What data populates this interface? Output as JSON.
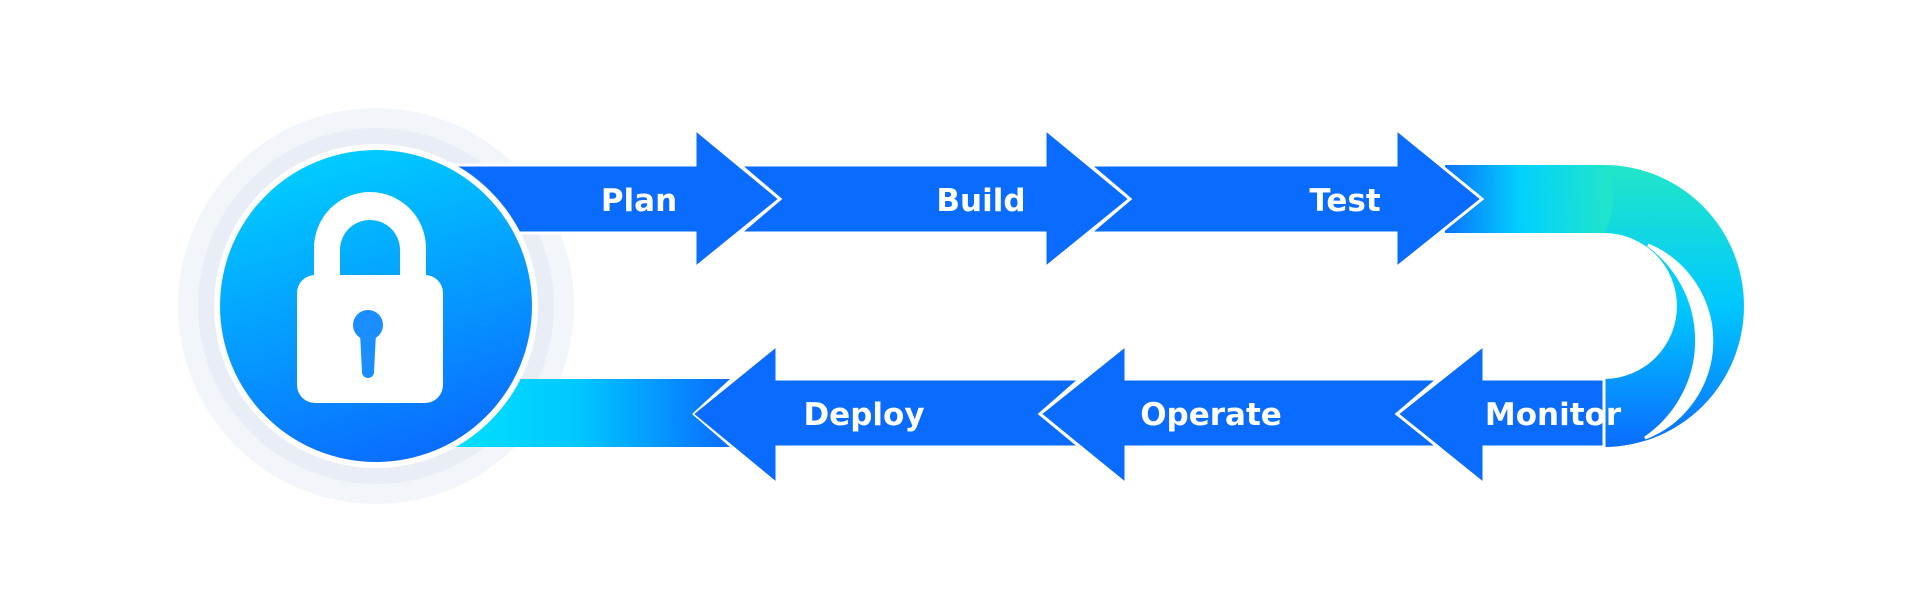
{
  "stages_top": [
    {
      "label": "Plan"
    },
    {
      "label": "Build"
    },
    {
      "label": "Test"
    }
  ],
  "stages_bottom": [
    {
      "label": "Monitor"
    },
    {
      "label": "Operate"
    },
    {
      "label": "Deploy"
    }
  ],
  "center_icon": "padlock-icon",
  "colors": {
    "arrow_blue": "#0a6cff",
    "cyan": "#00d4ff",
    "teal": "#22e6c8",
    "halo": "#eef2f8",
    "arrow_outline": "#ffffff"
  }
}
